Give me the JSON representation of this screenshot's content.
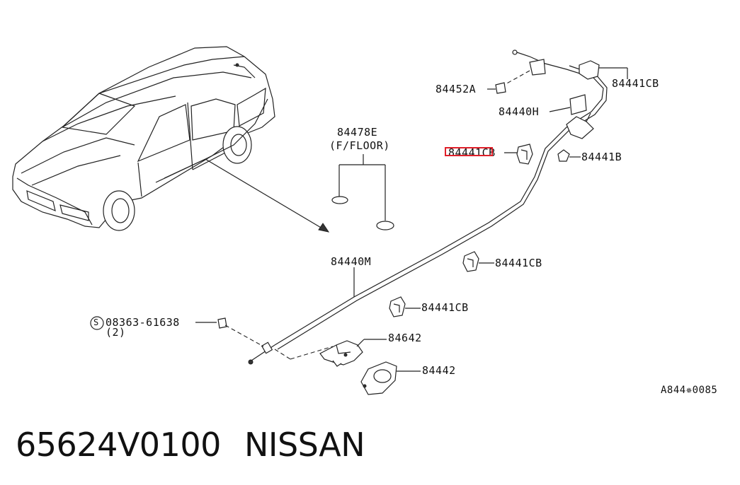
{
  "diagram": {
    "callouts": {
      "floor_part": "84478E",
      "floor_note": "(F/FLOOR)",
      "clip_top_right": "84441CB",
      "clip_highlighted": "84441CB",
      "bolt": "84452A",
      "bracket": "84440H",
      "clip_b": "84441B",
      "cable": "84440M",
      "clip_mid_1": "84441CB",
      "clip_mid_2": "84441CB",
      "screw_code": "08363-61638",
      "screw_symbol": "S",
      "screw_qty": "(2)",
      "lever": "84642",
      "lever_base": "84442",
      "figure_code": "A844✵0085"
    },
    "highlight_color": "#e0202a"
  },
  "footer": {
    "part_number": "65624V0100",
    "brand": "NISSAN"
  }
}
